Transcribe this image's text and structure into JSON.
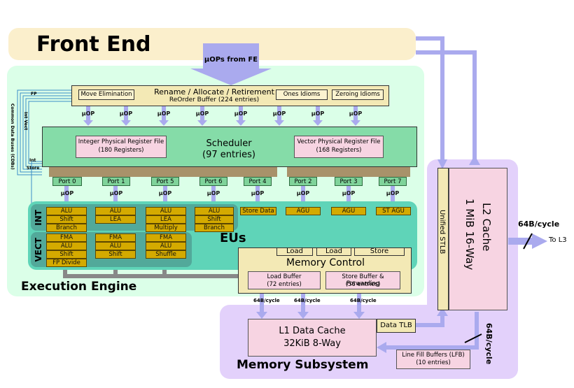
{
  "front_end": {
    "title": "Front End",
    "uops_label": "µOPs from FE"
  },
  "rename": {
    "title": "Rename / Allocate / Retirement",
    "rob": "ReOrder Buffer (224 entries)",
    "move_elim": "Move Elimination",
    "ones": "Ones Idioms",
    "zeroing": "Zeroing Idioms"
  },
  "uop": "µOP",
  "scheduler": {
    "title": "Scheduler",
    "entries": "(97 entries)",
    "int_prf": "Integer Physical Register File",
    "int_prf_count": "(180 Registers)",
    "vec_prf": "Vector Physical Register File",
    "vec_prf_count": "(168 Registers)"
  },
  "ports": [
    "Port 0",
    "Port 1",
    "Port 5",
    "Port 6",
    "Port 4",
    "Port 2",
    "Port 3",
    "Port 7"
  ],
  "int_label": "INT",
  "vect_label": "VECT",
  "eus_label": "EUs",
  "execution_engine": "Execution Engine",
  "cdb": {
    "fp": "FP",
    "int_vect": "Int Vect",
    "common": "Common Data Buses (CDBs)",
    "int": "Int",
    "store": "Store"
  },
  "units": {
    "p0_int": [
      "ALU",
      "Shift",
      "Branch"
    ],
    "p1_int": [
      "ALU",
      "LEA"
    ],
    "p5_int": [
      "ALU",
      "LEA",
      "Multiply"
    ],
    "p6_int": [
      "ALU",
      "Shift",
      "Branch"
    ],
    "p0_vec": [
      "FMA",
      "ALU",
      "Shift",
      "FP Divide"
    ],
    "p1_vec": [
      "FMA",
      "ALU",
      "Shift"
    ],
    "p5_vec": [
      "FMA",
      "ALU",
      "Shuffle"
    ],
    "store_data": "Store Data",
    "agu2": "AGU",
    "agu3": "AGU",
    "st_agu": "ST AGU"
  },
  "memory_control": {
    "title": "Memory Control",
    "load1": "Load",
    "load2": "Load",
    "store": "Store",
    "load_buffer": "Load Buffer",
    "load_buffer_entries": "(72 entries)",
    "store_buffer": "Store Buffer & Forwarding",
    "store_buffer_entries": "(56 entries)"
  },
  "bw": {
    "c1": "64B/cycle",
    "c2": "64B/cycle",
    "c3": "64B/cycle",
    "l2_l3": "64B/cycle",
    "to_l3": "To L3",
    "l1_l2": "64B/cycle"
  },
  "l1": {
    "title": "L1 Data Cache",
    "size": "32KiB 8-Way",
    "tlb": "Data TLB",
    "lfb": "Line Fill Buffers (LFB)",
    "lfb_entries": "(10 entries)"
  },
  "memory_subsystem": "Memory Subsystem",
  "l2": {
    "title": "L2 Cache",
    "size": "1 MiB 16-Way",
    "stlb": "Unified STLB"
  },
  "colors": {
    "front_end": "#fbefcc",
    "execution": "#dbffe8",
    "memory": "#e3d1fb",
    "teal": "#5fd4b8",
    "scheduler": "#85dca8",
    "rob": "#f3e9b5",
    "unit": "#d4aa00",
    "arrow": "#aaaaee",
    "gray": "#888888"
  }
}
